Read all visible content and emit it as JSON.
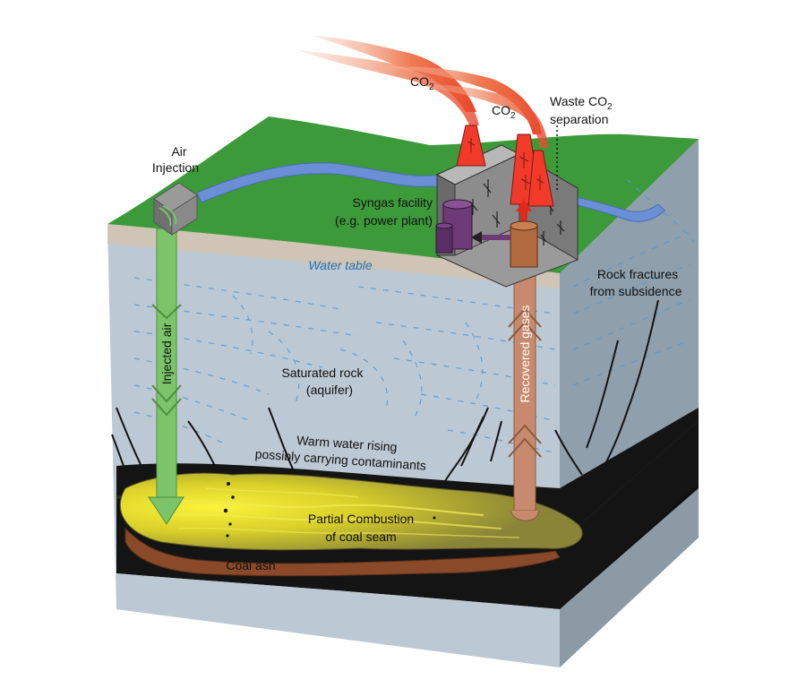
{
  "labels": {
    "air_injection_1": "Air",
    "air_injection_2": "Injection",
    "co2_1": "CO",
    "co2_1_sub": "2",
    "co2_2": "CO",
    "co2_2_sub": "2",
    "waste_co2": "Waste CO",
    "waste_co2_sub": "2",
    "separation": "separation",
    "syngas_1": "Syngas facility",
    "syngas_2": "(e.g. power plant)",
    "water_table": "Water table",
    "rock_fractures_1": "Rock fractures",
    "rock_fractures_2": "from subsidence",
    "injected_air": "Injected air",
    "recovered_gases": "Recovered gases",
    "saturated_rock_1": "Saturated rock",
    "saturated_rock_2": "(aquifer)",
    "warm_water_1": "Warm water rising",
    "warm_water_2": "possibly carrying contaminants",
    "partial_combustion_1": "Partial Combustion",
    "partial_combustion_2": "of coal seam",
    "coal_ash": "Coal ash"
  },
  "colors": {
    "grass": "#3d9a3a",
    "river": "#6b8fd6",
    "soil": "#cfc4b6",
    "rock": "#bcc8d3",
    "rock_side": "#8c9aa6",
    "coal": "#141414",
    "ash": "#8a4a2a",
    "combustion": "#e8dc2a",
    "injected_arrow": "#7cc46a",
    "recovered_arrow": "#c88a6e",
    "smoke": "#e8552a",
    "stack": "#f23a2a",
    "building": "#8c8c8c",
    "tank": "#6e3a78",
    "aquifer_dash": "#4f9ad8"
  }
}
